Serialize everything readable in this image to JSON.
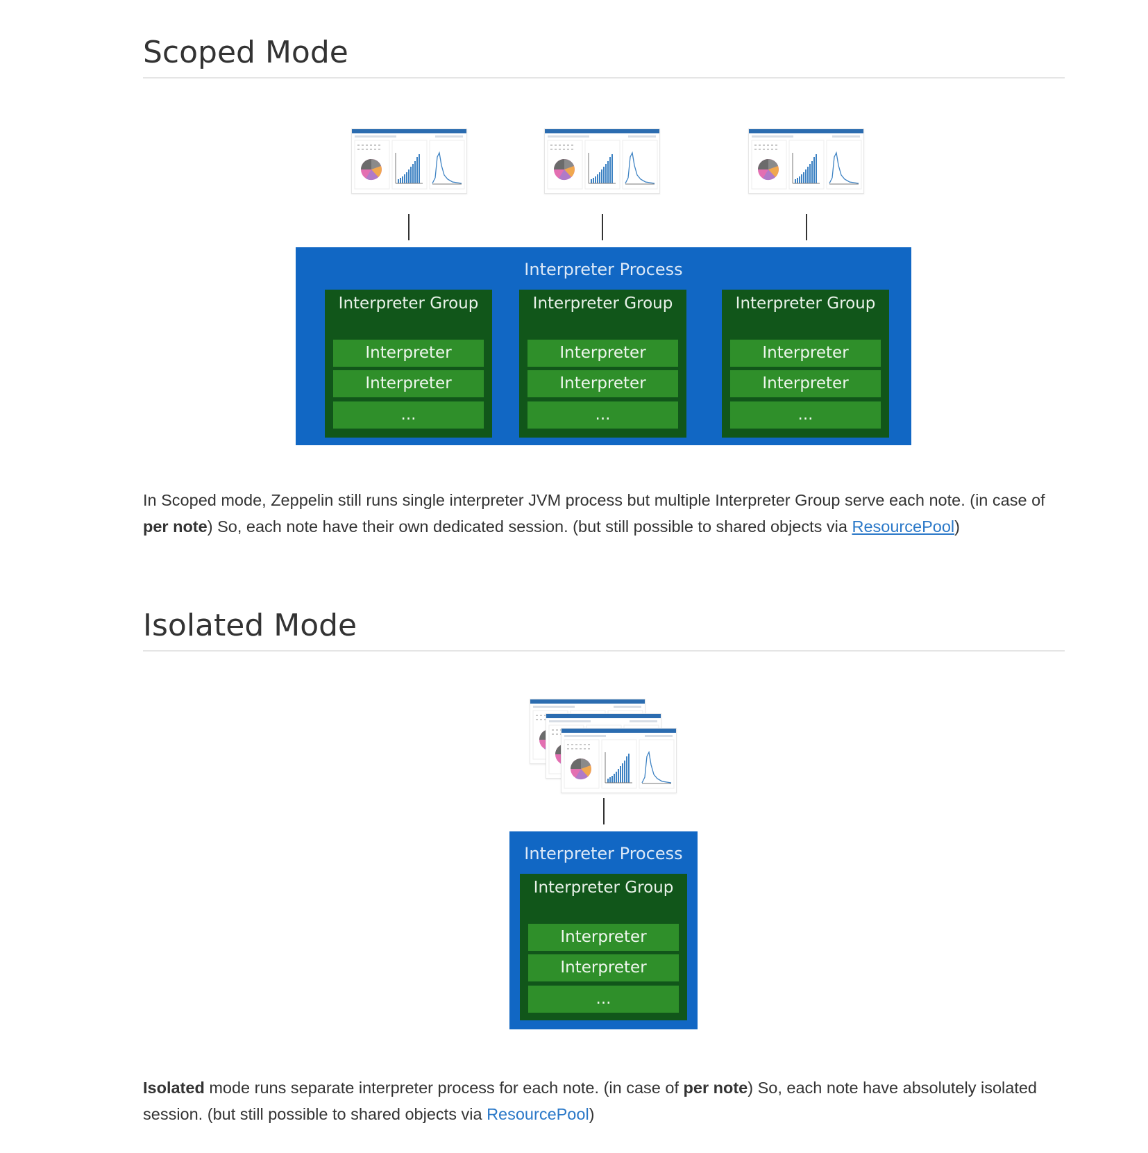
{
  "scoped": {
    "heading": "Scoped Mode",
    "diagram": {
      "process_label": "Interpreter Process",
      "groups": [
        {
          "title": "Interpreter Group",
          "items": [
            "Interpreter",
            "Interpreter",
            "..."
          ]
        },
        {
          "title": "Interpreter Group",
          "items": [
            "Interpreter",
            "Interpreter",
            "..."
          ]
        },
        {
          "title": "Interpreter Group",
          "items": [
            "Interpreter",
            "Interpreter",
            "..."
          ]
        }
      ]
    },
    "paragraph": {
      "part1": "In Scoped mode, Zeppelin still runs single interpreter JVM process but multiple Interpreter Group serve each note. (in case of ",
      "bold": "per note",
      "part2": ") So, each note have their own dedicated session. (but still possible to shared objects via ",
      "link": "ResourcePool",
      "part3": ")"
    }
  },
  "isolated": {
    "heading": "Isolated Mode",
    "diagram": {
      "process_label": "Interpreter Process",
      "group": {
        "title": "Interpreter Group",
        "items": [
          "Interpreter",
          "Interpreter",
          "..."
        ]
      }
    },
    "paragraph": {
      "bold1": "Isolated",
      "part1": " mode runs separate interpreter process for each note. (in case of ",
      "bold2": "per note",
      "part2": ") So, each note have absolutely isolated session. (but still possible to shared objects via ",
      "link": "ResourcePool",
      "part3": ")"
    }
  },
  "colors": {
    "process_blue": "#1167c4",
    "group_dark_green": "#11561a",
    "cell_green": "#2f8f2a",
    "link_blue": "#2a78c8"
  }
}
